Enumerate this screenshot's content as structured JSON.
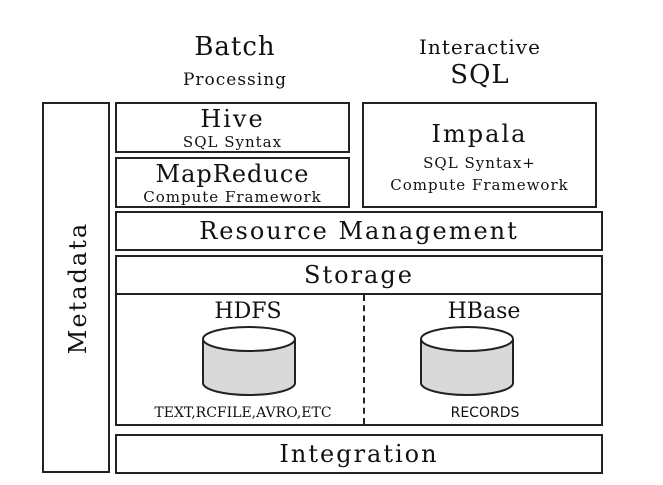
{
  "header": {
    "batch_title": "Batch",
    "batch_subtitle": "Processing",
    "interactive_title": "Interactive",
    "interactive_subtitle": "SQL"
  },
  "metadata": {
    "label": "Metadata"
  },
  "hive": {
    "title": "Hive",
    "subtitle": "SQL Syntax"
  },
  "mapreduce": {
    "title": "MapReduce",
    "subtitle": "Compute Framework"
  },
  "impala": {
    "title": "Impala",
    "subtitle_line1": "SQL Syntax+",
    "subtitle_line2": "Compute Framework"
  },
  "resource_management": {
    "label": "Resource Management"
  },
  "storage": {
    "label": "Storage",
    "hdfs": {
      "title": "HDFS",
      "caption": "TEXT,RCFILE,AVRO,ETC"
    },
    "hbase": {
      "title": "HBase",
      "caption": "RECORDS"
    }
  },
  "integration": {
    "label": "Integration"
  },
  "colors": {
    "stroke": "#222222",
    "cylinder_fill": "#d9d9d9",
    "background": "#ffffff"
  }
}
